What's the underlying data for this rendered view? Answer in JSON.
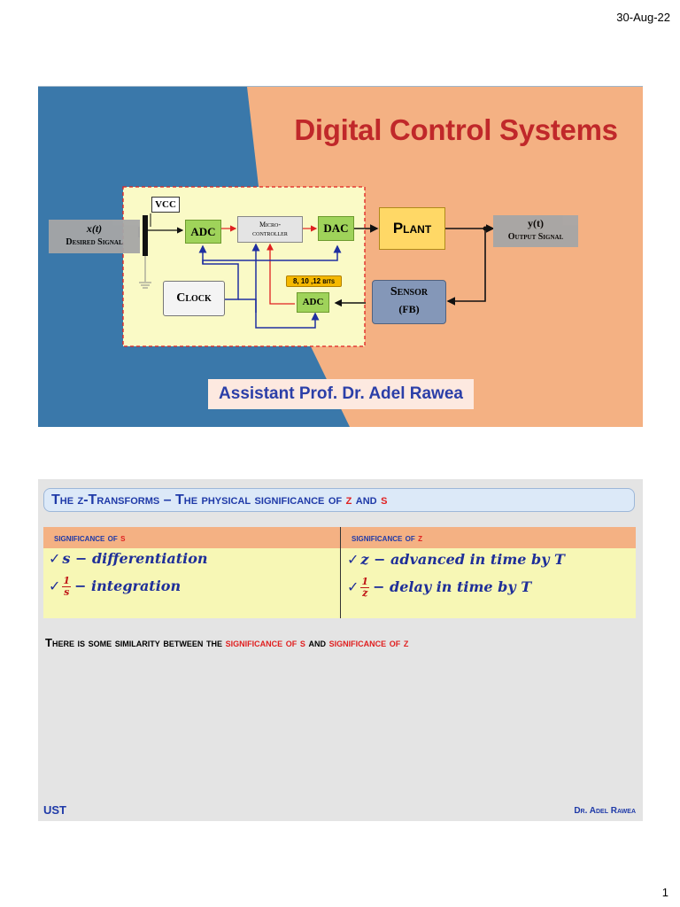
{
  "page": {
    "date": "30-Aug-22",
    "number": "1"
  },
  "slide1": {
    "title": "Digital Control Systems",
    "author": "Assistant Prof. Dr. Adel Rawea",
    "diagram": {
      "input_signal": "x(t)",
      "input_label": "Desired Signal",
      "vcc": "VCC",
      "adc": "ADC",
      "micro_line1": "Micro-",
      "micro_line2": "controller",
      "dac": "DAC",
      "plant": "Plant",
      "output_signal": "y(t)",
      "output_label": "Output Signal",
      "clock": "Clock",
      "bits": "8, 10 ,12 bits",
      "adc2": "ADC",
      "sensor": "Sensor",
      "sensor_sub": "(FB)"
    },
    "colors": {
      "left_bg": "#3a78aa",
      "right_bg": "#f4b183",
      "title": "#c0282a",
      "dashed_box": "#e02020"
    }
  },
  "slide2": {
    "title_main": "The z-Transforms – The physical significance of",
    "title_z": "z",
    "title_and": "and",
    "title_s": "s",
    "table": {
      "head_left_prefix": "significance of",
      "head_left_var": "s",
      "head_right_prefix": "significance of",
      "head_right_var": "z",
      "left_row1": "s − differentiation",
      "left_row2_num": "1",
      "left_row2_den": "s",
      "left_row2_text": "− integration",
      "right_row1": "z − advanced in time by T",
      "right_row2_num": "1",
      "right_row2_den": "z",
      "right_row2_text": "− delay in time by T"
    },
    "note_prefix": "There is some similarity between the",
    "note_sig_s": "significance of s",
    "note_and": "and",
    "note_sig_z": "significance of z",
    "footer_left": "UST",
    "footer_right": "Dr. Adel Rawea"
  }
}
